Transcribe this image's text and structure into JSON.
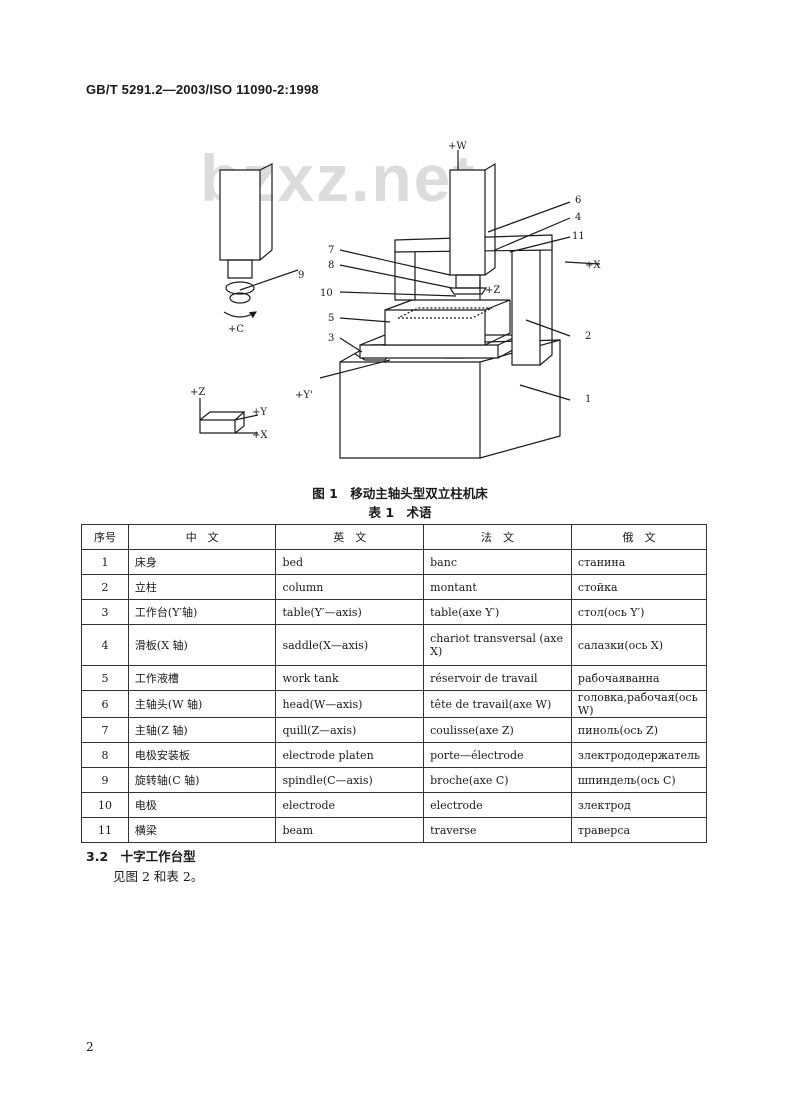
{
  "header": {
    "standard_code": "GB/T 5291.2—2003/ISO 11090-2:1998"
  },
  "watermark": "bzxz.net",
  "figure": {
    "callouts": [
      "1",
      "2",
      "3",
      "4",
      "5",
      "6",
      "7",
      "8",
      "9",
      "10",
      "11"
    ],
    "axes": {
      "w": "+W",
      "x": "+X",
      "z": "+Z",
      "c": "+C",
      "y_prime": "+Y'",
      "legend_z": "+Z",
      "legend_y": "+Y",
      "legend_x": "+X"
    },
    "caption": "图 1　移动主轴头型双立柱机床"
  },
  "table": {
    "caption": "表 1　术语",
    "headers": [
      "序号",
      "中　文",
      "英　文",
      "法　文",
      "俄　文"
    ],
    "rows": [
      [
        "1",
        "床身",
        "bed",
        "banc",
        "станина"
      ],
      [
        "2",
        "立柱",
        "column",
        "montant",
        "стойка"
      ],
      [
        "3",
        "工作台(Y′轴)",
        "table(Y′—axis)",
        "table(axe Y′)",
        "стол(ось Y′)"
      ],
      [
        "4",
        "滑板(X 轴)",
        "saddle(X—axis)",
        "chariot transversal (axe X)",
        "салазки(ось X)"
      ],
      [
        "5",
        "工作液槽",
        "work tank",
        "réservoir de travail",
        "рабочаяванна"
      ],
      [
        "6",
        "主轴头(W 轴)",
        "head(W—axis)",
        "tête de travail(axe W)",
        "головка,рабочая(ось W)"
      ],
      [
        "7",
        "主轴(Z 轴)",
        "quill(Z—axis)",
        "coulisse(axe Z)",
        "пиноль(ось Z)"
      ],
      [
        "8",
        "电极安装板",
        "electrode platen",
        "porte—électrode",
        "злектрододержатель"
      ],
      [
        "9",
        "旋转轴(C 轴)",
        "spindle(C—axis)",
        "broche(axe C)",
        "шпиндель(ось C)"
      ],
      [
        "10",
        "电极",
        "electrode",
        "electrode",
        "злектрод"
      ],
      [
        "11",
        "横梁",
        "beam",
        "traverse",
        "траверса"
      ]
    ]
  },
  "section": {
    "heading": "3.2　十字工作台型",
    "text": "见图 2 和表 2。"
  },
  "page_number": "2"
}
